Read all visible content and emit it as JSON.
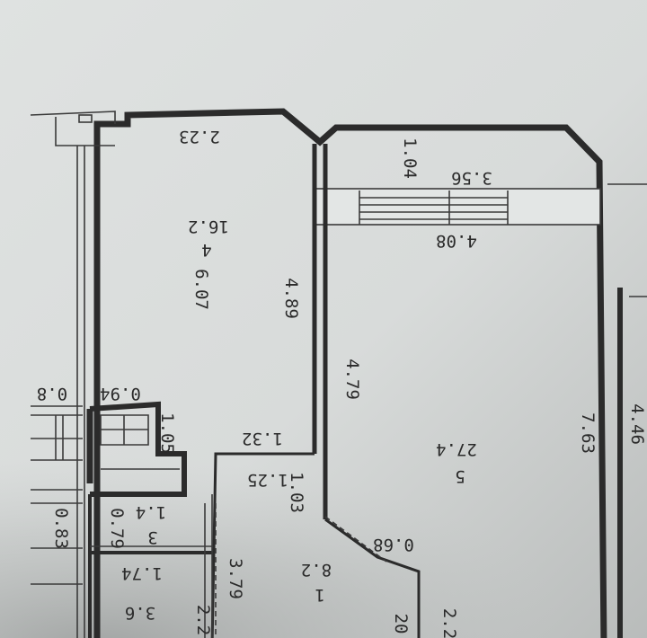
{
  "plan": {
    "labels": {
      "l223": "2.23",
      "l104": "1.04",
      "l356": "3.56",
      "l408": "4.08",
      "l162": "16.2",
      "l4": "4",
      "l607": "6.07",
      "l489": "4.89",
      "l479": "4.79",
      "l763": "7.63",
      "l446": "4.46",
      "l094": "0.94",
      "l08": "0.8",
      "l105": "1.05",
      "l132": "1.32",
      "l125": "1.25",
      "l103": "1.03",
      "l274": "27.4",
      "l5": "5",
      "l083": "0.83",
      "l079": "0.79",
      "l14": "1.4",
      "l3": "3",
      "l174": "1.74",
      "l379": "3.79",
      "l36": "3.6",
      "l22a": "2.2",
      "l82": "8.2",
      "l1": "1",
      "l068": "0.68",
      "l20": "20",
      "l22b": "2.2"
    }
  }
}
